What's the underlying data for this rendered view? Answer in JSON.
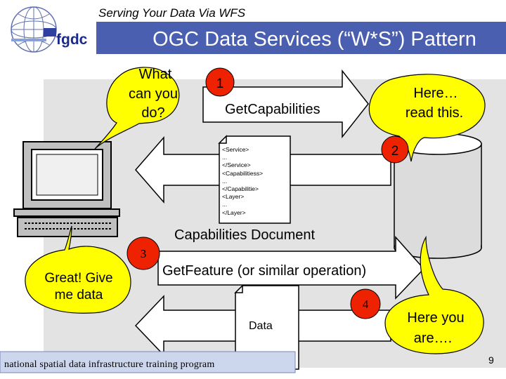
{
  "slide": {
    "subtitle": "Serving Your Data Via WFS",
    "title": "OGC Data Services (“W*S”) Pattern",
    "logo_text": "fgdc",
    "footer": "national spatial data infrastructure training program",
    "page_number": "9"
  },
  "bubbles": {
    "what_can_you_do": [
      "What",
      "can you",
      "do?"
    ],
    "here_read_this": [
      "Here…",
      "read this."
    ],
    "great_give_data": [
      "Great! Give",
      "me data"
    ],
    "here_you_are": [
      "Here you",
      "are…."
    ]
  },
  "steps": {
    "step1": "1",
    "step2": "2",
    "step3": "3",
    "step4": "4"
  },
  "arrows": {
    "get_capabilities": "GetCapabilities",
    "get_feature": "GetFeature (or similar operation)"
  },
  "documents": {
    "capabilities_lines": "<Service>\n...\n</Service>\n<Capabilitiess>\n...\n</Capabilitie>\n<Layer>\n...\n</Layer>",
    "capabilities_caption": "Capabilities Document",
    "data_label": "Data"
  },
  "colors": {
    "banner": "#4a5fb0",
    "bubble_yellow": "#ffff00",
    "step_red": "#ee2200",
    "panel": "#e3e3e3",
    "computer": "#c0c0c0"
  },
  "icons": [
    "globe-logo-icon",
    "computer-icon",
    "database-cylinder-icon",
    "document-icon"
  ]
}
